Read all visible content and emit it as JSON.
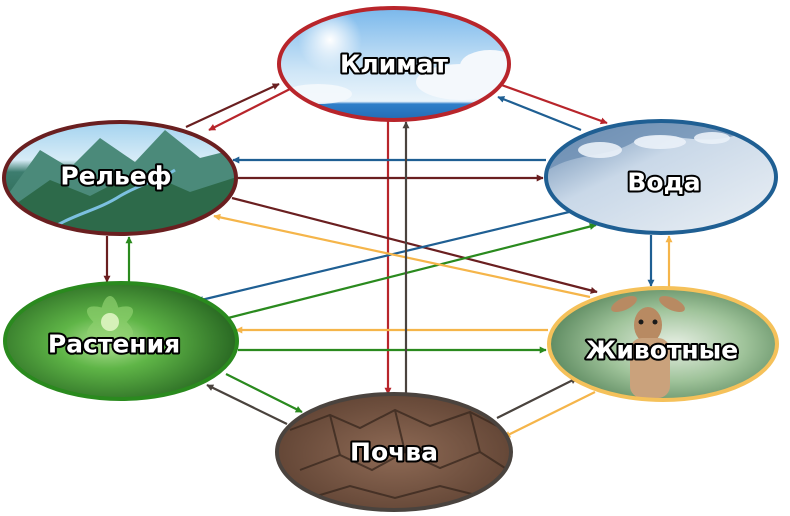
{
  "nodes": {
    "climate": {
      "label": "Климат",
      "border": "#b8252b"
    },
    "relief": {
      "label": "Рельеф",
      "border": "#6a1f20"
    },
    "water": {
      "label": "Вода",
      "border": "#1f5f93"
    },
    "plants": {
      "label": "Растения",
      "border": "#2a8a1e"
    },
    "animals": {
      "label": "Животные",
      "border": "#f5c15a"
    },
    "soil": {
      "label": "Почва",
      "border": "#4a433e"
    }
  },
  "arrow_colors": {
    "climate": "#b8252b",
    "relief": "#6a1f20",
    "water": "#1f5f93",
    "plants": "#2a8a1e",
    "animals": "#f5b54a",
    "soil": "#4a433e"
  }
}
